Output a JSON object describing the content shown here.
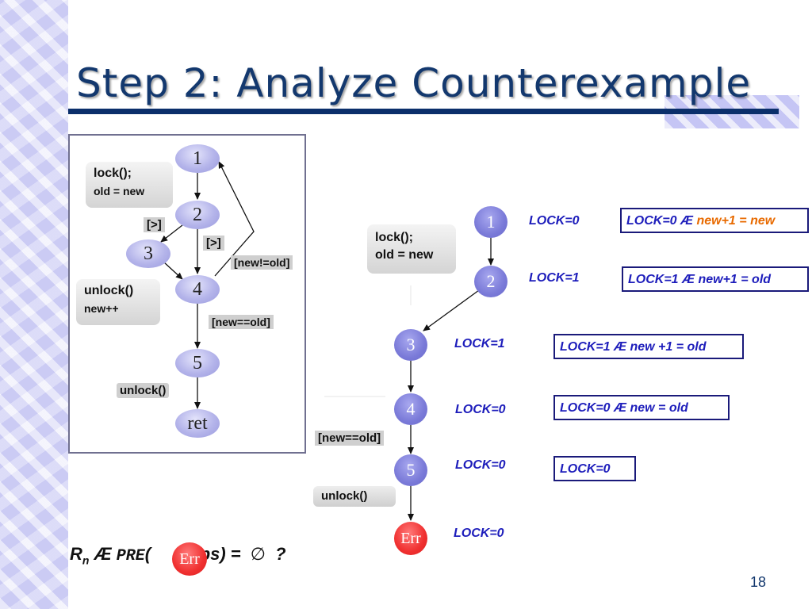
{
  "slide": {
    "title": "Step 2: Analyze Counterexample",
    "page_number": "18"
  },
  "cfg": {
    "nodes": {
      "n1": "1",
      "n2": "2",
      "n3": "3",
      "n4": "4",
      "n5": "5",
      "ret": "ret"
    },
    "box_lock_line1": "lock();",
    "box_lock_line2": "old = new",
    "label_gt_left": "[>]",
    "label_gt_right": "[>]",
    "label_new_neq_old": "[new!=old]",
    "box_unlock_line1": "unlock()",
    "box_unlock_line2": "new++",
    "label_new_eq_old": "[new==old]",
    "label_unlock": "unlock()"
  },
  "trace": {
    "nodes": {
      "n1": "1",
      "n2": "2",
      "n3": "3",
      "n4": "4",
      "n5": "5",
      "err": "Err"
    },
    "box_lock_line1": "lock();",
    "box_lock_line2": "old = new",
    "label_new_eq_old": "[new==old]",
    "label_unlock": "unlock()",
    "lock_values": [
      "LOCK=0",
      "LOCK=1",
      "LOCK=1",
      "LOCK=0",
      "LOCK=0",
      "LOCK=0"
    ],
    "predicates": [
      {
        "prefix": "LOCK=0 Æ ",
        "highlight": "new+1 = new"
      },
      {
        "prefix": "LOCK=1 Æ new+1 = old",
        "highlight": ""
      },
      {
        "prefix": "LOCK=1 Æ new +1 = old",
        "highlight": ""
      },
      {
        "prefix": "LOCK=0 Æ new = old",
        "highlight": ""
      },
      {
        "prefix": "LOCK=0",
        "highlight": ""
      }
    ]
  },
  "formula": {
    "lhs": "R",
    "sub": "n",
    "op": " Æ ",
    "pre": "PRE",
    "open": "(",
    "err_node": "Err",
    "rest": " ,ops) = ",
    "empty": "∅",
    "q": "  ?"
  },
  "colors": {
    "title": "#13386e",
    "lock_text": "#1d1dbb",
    "highlight": "#e86a00",
    "err_node": "#f03030"
  }
}
